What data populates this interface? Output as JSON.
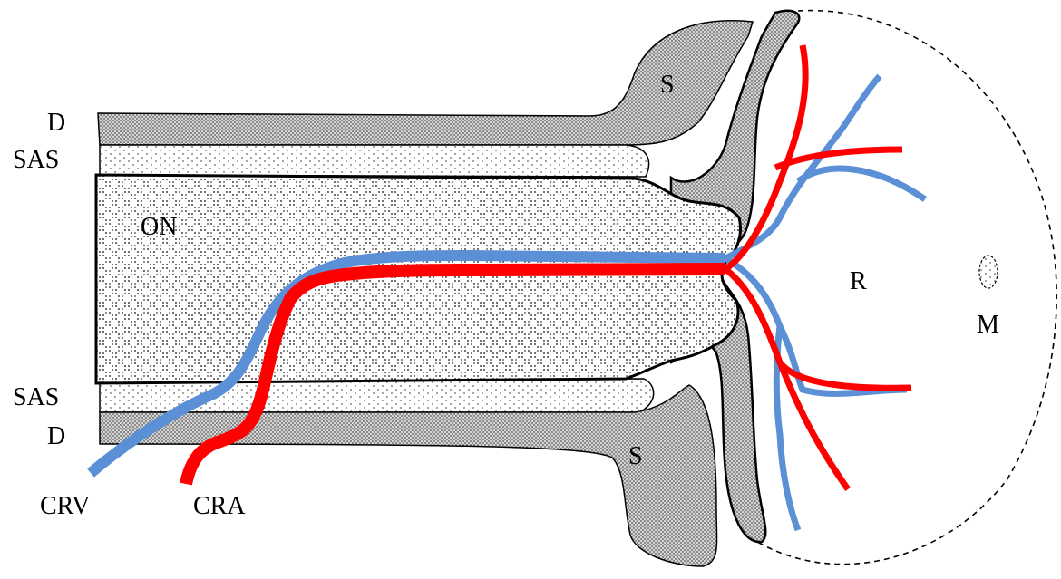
{
  "labels": {
    "d_top": "D",
    "sas_top": "SAS",
    "on": "ON",
    "sas_bottom": "SAS",
    "d_bottom": "D",
    "crv": "CRV",
    "cra": "CRA",
    "s_top": "S",
    "s_bottom": "S",
    "r": "R",
    "m": "M"
  },
  "colors": {
    "artery": "#ff0000",
    "vein": "#5b8fd6",
    "outline": "#000000",
    "dura_fill": "#bdbdbd",
    "background": "#ffffff"
  }
}
